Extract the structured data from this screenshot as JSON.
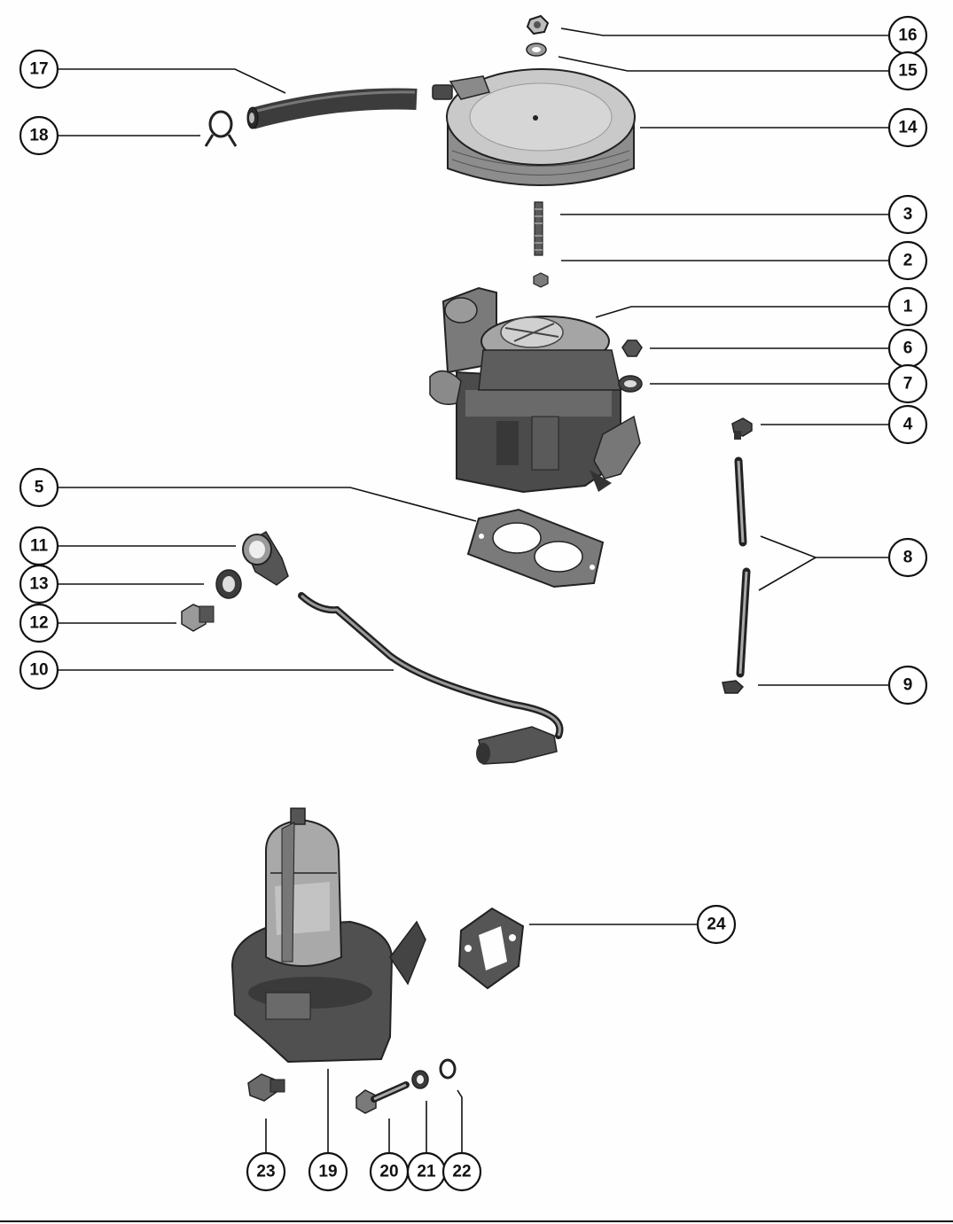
{
  "callouts": [
    {
      "id": "callout-16",
      "label": "16"
    },
    {
      "id": "callout-15",
      "label": "15"
    },
    {
      "id": "callout-14",
      "label": "14"
    },
    {
      "id": "callout-17",
      "label": "17"
    },
    {
      "id": "callout-18",
      "label": "18"
    },
    {
      "id": "callout-3",
      "label": "3"
    },
    {
      "id": "callout-2",
      "label": "2"
    },
    {
      "id": "callout-1",
      "label": "1"
    },
    {
      "id": "callout-6",
      "label": "6"
    },
    {
      "id": "callout-7",
      "label": "7"
    },
    {
      "id": "callout-4",
      "label": "4"
    },
    {
      "id": "callout-5",
      "label": "5"
    },
    {
      "id": "callout-8",
      "label": "8"
    },
    {
      "id": "callout-11",
      "label": "11"
    },
    {
      "id": "callout-13",
      "label": "13"
    },
    {
      "id": "callout-12",
      "label": "12"
    },
    {
      "id": "callout-10",
      "label": "10"
    },
    {
      "id": "callout-9",
      "label": "9"
    },
    {
      "id": "callout-24",
      "label": "24"
    },
    {
      "id": "callout-23",
      "label": "23"
    },
    {
      "id": "callout-19",
      "label": "19"
    },
    {
      "id": "callout-20",
      "label": "20"
    },
    {
      "id": "callout-21",
      "label": "21"
    },
    {
      "id": "callout-22",
      "label": "22"
    }
  ],
  "parts": [
    {
      "id": "part-nut-16",
      "name": "nut"
    },
    {
      "id": "part-washer-15",
      "name": "washer"
    },
    {
      "id": "part-air-cleaner-14",
      "name": "air-cleaner"
    },
    {
      "id": "part-hose-17",
      "name": "hose"
    },
    {
      "id": "part-clamp-18",
      "name": "clamp"
    },
    {
      "id": "part-stud-3",
      "name": "stud"
    },
    {
      "id": "part-nut-2",
      "name": "nut"
    },
    {
      "id": "part-carburetor-1",
      "name": "carburetor"
    },
    {
      "id": "part-fitting-6",
      "name": "fitting"
    },
    {
      "id": "part-washer-7",
      "name": "washer"
    },
    {
      "id": "part-elbow-4",
      "name": "elbow"
    },
    {
      "id": "part-gasket-5",
      "name": "gasket"
    },
    {
      "id": "part-tubes-8",
      "name": "tubes"
    },
    {
      "id": "part-filter-housing-11",
      "name": "filter-housing"
    },
    {
      "id": "part-washer-13",
      "name": "washer"
    },
    {
      "id": "part-plug-12",
      "name": "plug"
    },
    {
      "id": "part-fuel-line-10",
      "name": "fuel-line"
    },
    {
      "id": "part-elbow-9",
      "name": "elbow"
    },
    {
      "id": "part-gasket-24",
      "name": "gasket"
    },
    {
      "id": "part-fitting-23",
      "name": "fitting"
    },
    {
      "id": "part-fuel-pump-19",
      "name": "fuel-pump"
    },
    {
      "id": "part-bolt-20",
      "name": "bolt"
    },
    {
      "id": "part-washer-21",
      "name": "washer"
    },
    {
      "id": "part-lockwasher-22",
      "name": "lockwasher"
    }
  ],
  "colors": {
    "ink": "#111111",
    "paper": "#fefefe",
    "part_dark": "#3a3a3a",
    "part_mid": "#6e6e6e",
    "part_light": "#bdbdbd"
  }
}
